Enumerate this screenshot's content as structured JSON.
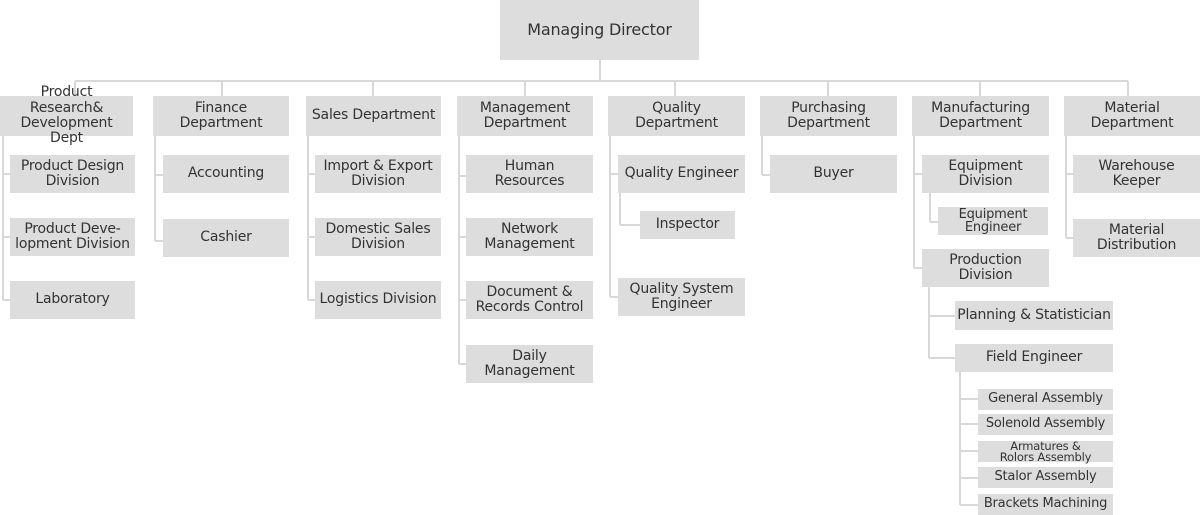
{
  "root": {
    "label": "Managing Director"
  },
  "departments": [
    {
      "label": "Product Research&\nDevelopment Dept",
      "children": [
        "Product Design\nDivision",
        "Product Deve-\nlopment Division",
        "Laboratory"
      ]
    },
    {
      "label": "Finance\nDepartment",
      "children": [
        "Accounting",
        "Cashier"
      ]
    },
    {
      "label": "Sales Department",
      "children": [
        "Import & Export\nDivision",
        "Domestic Sales\nDivision",
        "Logistics Division"
      ]
    },
    {
      "label": "Management\nDepartment",
      "children": [
        "Human Resources",
        "Network\nManagement",
        "Document &\nRecords Control",
        "Daily Management"
      ]
    },
    {
      "label": "Quality Department",
      "children": [
        "Quality Engineer",
        "Inspector",
        "Quality System\nEngineer"
      ]
    },
    {
      "label": "Purchasing\nDepartment",
      "children": [
        "Buyer"
      ]
    },
    {
      "label": "Manufacturing\nDepartment",
      "equipment": {
        "label": "Equipment\nDivision",
        "children": [
          "Equipment\nEngineer"
        ]
      },
      "production": {
        "label": "Production\nDivision",
        "planning": "Planning  & Statistician",
        "field": {
          "label": "Field Engineer",
          "children": [
            "General Assembly",
            "Solenold Assembly",
            "Armatures &\nRolors Assembly",
            "Stalor Assembly",
            "Brackets Machining"
          ]
        }
      }
    },
    {
      "label": "Material\nDepartment",
      "children": [
        "Warehouse\nKeeper",
        "Material\nDistribution"
      ]
    }
  ]
}
